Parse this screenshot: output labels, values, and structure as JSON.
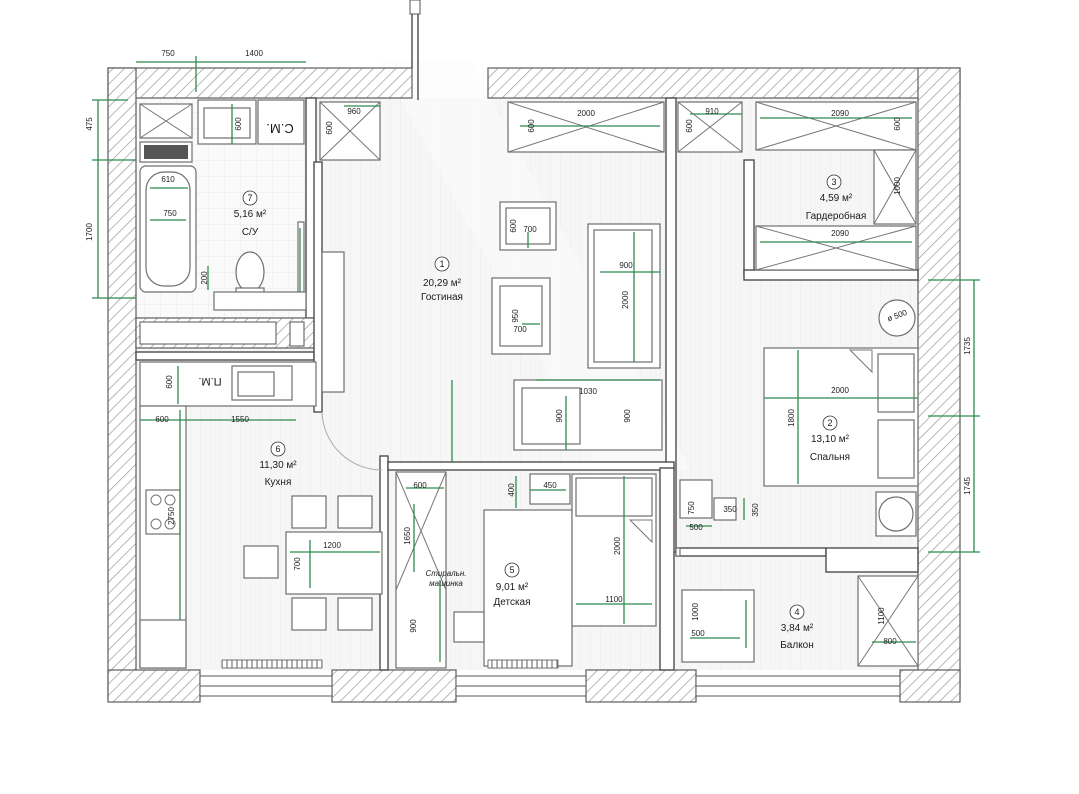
{
  "rooms": [
    {
      "num": "1",
      "area": "20,29 м²",
      "name": "Гостиная"
    },
    {
      "num": "2",
      "area": "13,10 м²",
      "name": "Спальня"
    },
    {
      "num": "3",
      "area": "4,59 м²",
      "name": "Гардеробная"
    },
    {
      "num": "4",
      "area": "3,84 м²",
      "name": "Балкон"
    },
    {
      "num": "5",
      "area": "9,01 м²",
      "name": "Детская"
    },
    {
      "num": "6",
      "area": "11,30 м²",
      "name": "Кухня"
    },
    {
      "num": "7",
      "area": "5,16 м²",
      "name": "С/У"
    }
  ],
  "appliances": {
    "washer_label": "С.М.",
    "dishwasher_label": "П.М.",
    "washer_note_line1": "Стиральн.",
    "washer_note_line2": "машинка",
    "round_table": "ø 500"
  },
  "dims": {
    "top_750": "750",
    "top_1400": "1400",
    "left_475": "475",
    "left_1700": "1700",
    "bath_600": "600",
    "bath_610": "610",
    "bath_750": "750",
    "bath_200": "200",
    "hall_600": "600",
    "hall_960": "960",
    "liv_2000": "2000",
    "liv_600": "600",
    "ward_600": "600",
    "ward_910": "910",
    "ward_2090_top": "2090",
    "ward_600r": "600",
    "ward_1000": "1000",
    "ward_2090_bot": "2090",
    "tbl_600": "600",
    "tbl_700": "700",
    "tbl_950": "950",
    "tbl_700b": "700",
    "sofa_900": "900",
    "sofa_2000": "2000",
    "liv_1030": "1030",
    "liv_900a": "900",
    "liv_900b": "900",
    "bed_2000": "2000",
    "bed_1800": "1800",
    "r_1735": "1735",
    "r_1745": "1745",
    "bed_750": "750",
    "bed_500": "500",
    "bed_350a": "350",
    "bed_350b": "350",
    "bal_1000": "1000",
    "bal_500": "500",
    "bal_1100": "1100",
    "bal_800": "800",
    "kit_600": "600",
    "kit_600b": "600",
    "kit_1550": "1550",
    "kit_2750": "2750",
    "kit_1200": "1200",
    "kit_700": "700",
    "kid_600": "600",
    "kid_1650": "1650",
    "kid_400": "400",
    "kid_450": "450",
    "kid_2000": "2000",
    "kid_1100": "1100",
    "kid_900": "900"
  }
}
